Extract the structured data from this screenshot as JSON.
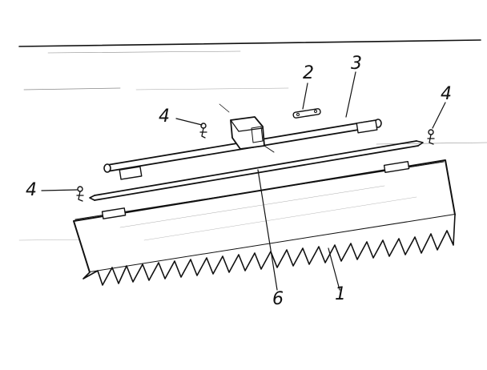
{
  "callouts": {
    "saw_blade": "1",
    "pin_top": "2",
    "upper_bar": "3",
    "clip_left_top": "4",
    "clip_right": "4",
    "clip_left_lower": "4",
    "guide_line": "6"
  },
  "colors": {
    "ink": "#111111",
    "paper": "#ffffff"
  }
}
